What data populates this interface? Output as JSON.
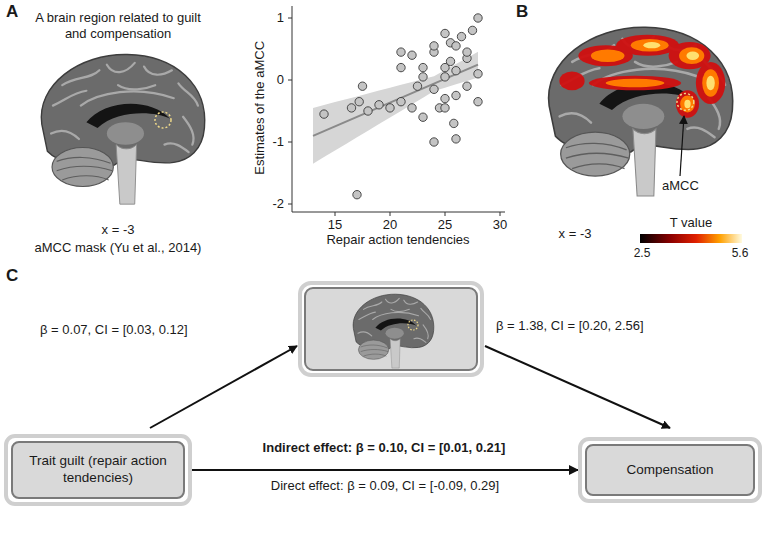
{
  "diagram": {
    "nodes": [
      {
        "text": [
          "Trait guilt (repair action tendencies)"
        ]
      },
      {
        "text": [
          "Compensation"
        ]
      }
    ],
    "edges": [
      {
        "from": 0,
        "to": 1,
        "arrow": "to",
        "label": "Direct effect: β = 0.09, CI = [-0.09, 0.29]"
      }
    ],
    "labels": [
      "A",
      "A brain region related to guilt and compensation",
      "x = -3",
      "aMCC mask (Yu et al., 2014)",
      "Estimates of the aMCC",
      "Repair action tendencies",
      "1",
      "0",
      "-1",
      "-2",
      "15",
      "20",
      "25",
      "30",
      "B",
      "x = -3",
      "aMCC",
      "T value",
      "2.5",
      "5.6",
      "C",
      "β = 0.07, CI = [0.03, 0.12]",
      "β = 1.38, CI = [0.20, 2.56]",
      "Indirect effect: β = 0.10, CI = [0.01, 0.21]"
    ]
  }
}
